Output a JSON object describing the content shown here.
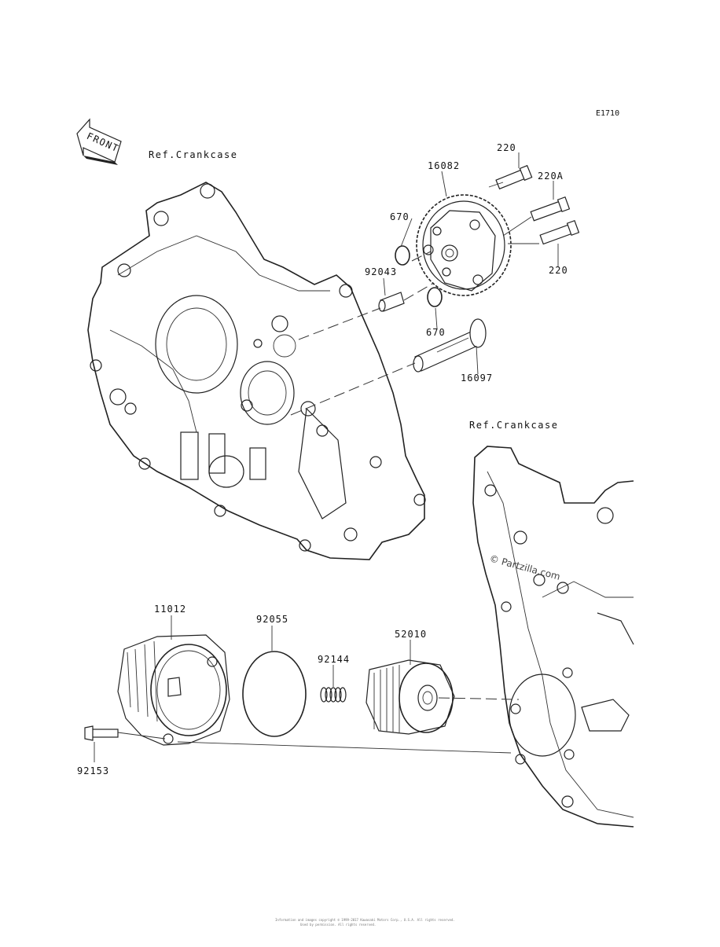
{
  "diagram_code": "E1710",
  "front_label": "FRONT",
  "refs": {
    "top": "Ref.Crankcase",
    "right": "Ref.Crankcase"
  },
  "parts": {
    "p220_top": "220",
    "p16082": "16082",
    "p220a": "220A",
    "p670_top": "670",
    "p92043": "92043",
    "p220_bottom": "220",
    "p670_bottom": "670",
    "p16097": "16097",
    "p11012": "11012",
    "p92055": "92055",
    "p92144": "92144",
    "p52010": "52010",
    "p92153": "92153"
  },
  "watermark": "© Partzilla.com",
  "footer": {
    "line1": "Information and images copyright © 1999-2017 Kawasaki Motors Corp., U.S.A. All rights reserved.",
    "line2": "Used by permission. All rights reserved."
  }
}
